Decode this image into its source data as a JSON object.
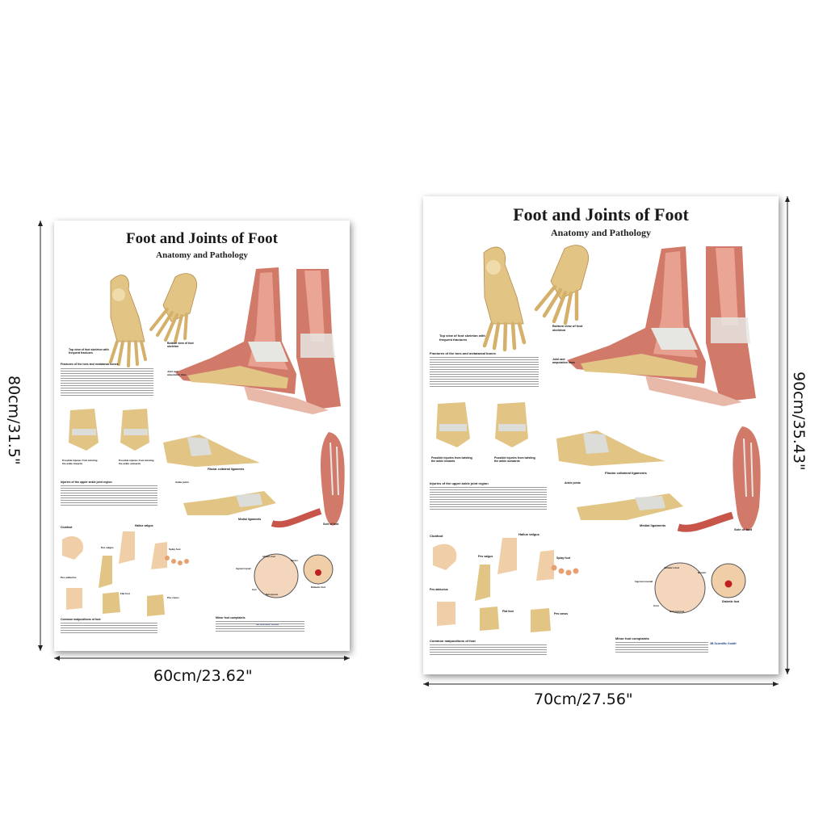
{
  "poster": {
    "title": "Foot and Joints of Foot",
    "subtitle": "Anatomy and Pathology",
    "captions": {
      "top_view": "Top view of foot skeleton with frequent fractures",
      "bottom_view": "Bottom view of foot skeleton",
      "fractures": "Fractures of the toes and metatarsal bones",
      "joint_lines": "Joint and amputation lines",
      "injuries_inwards": "Possible injuries from twisting the ankle inwards",
      "injuries_outwards": "Possible injuries from twisting the ankle outwards",
      "fibular": "Fibular collateral ligaments",
      "upper_ankle": "Injuries of the upper ankle joint region",
      "ankle_joints": "Ankle joints",
      "sole": "Sole of foot",
      "medial": "Medial ligaments",
      "clubfoot": "Clubfoot",
      "hallux": "Hallux valgus",
      "pes_valgus": "Pes valgus",
      "pes_adductus": "Pes adductus",
      "splay_foot": "Splay foot",
      "flat_foot": "Flat foot",
      "pes_cavus": "Pes cavus",
      "common": "Common malpositions of foot",
      "minor": "Minor foot complaints",
      "diabetic": "Diabetic foot",
      "ingrown": "Ingrown toenail",
      "athletes": "Athlete's foot",
      "corn": "Corn",
      "nail_mycosis": "Nail mycosis",
      "bunion": "Bunion",
      "publisher": "3B Scientific GmbH"
    }
  },
  "dimensions": {
    "left_width": "60cm/23.62\"",
    "left_height": "80cm/31.5\"",
    "right_width": "70cm/27.56\"",
    "right_height": "90cm/35.43\""
  },
  "colors": {
    "bone": "#e2c585",
    "muscle": "#c8554a",
    "tendon": "#dcdcd8",
    "shadow": "#b58a4a"
  }
}
